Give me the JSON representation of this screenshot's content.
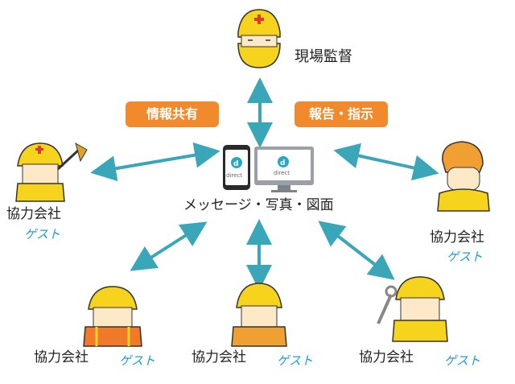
{
  "diagram": {
    "supervisor_label": "現場監督",
    "badges": {
      "left": "情報共有",
      "right": "報告・指示"
    },
    "center_caption": "メッセージ・写真・図面",
    "device_brand": "direct",
    "partner_label": "協力会社",
    "guest_label": "ゲスト",
    "colors": {
      "arrow": "#3aa7b8",
      "badge": "#f08a2c",
      "guest": "#1f9bd7",
      "helmet": "#f6d31c"
    }
  }
}
